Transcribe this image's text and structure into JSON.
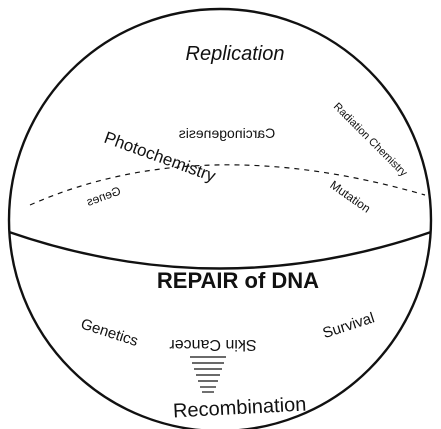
{
  "diagram": {
    "top_label": "Replication",
    "upper_left_label": "Photochemistry",
    "upper_right_label": "Radiation Chemistry",
    "carcinogenesis_label": "Carcinogenesis",
    "genes_label": "Genes",
    "mutation_label": "Mutation",
    "equator_label": "REPAIR of DNA",
    "lower_left_label": "Genetics",
    "skin_cancer_label": "Skin Cancer",
    "survival_label": "Survival",
    "bottom_label": "Recombination"
  },
  "colors": {
    "ink": "#111111",
    "background": "#ffffff"
  }
}
